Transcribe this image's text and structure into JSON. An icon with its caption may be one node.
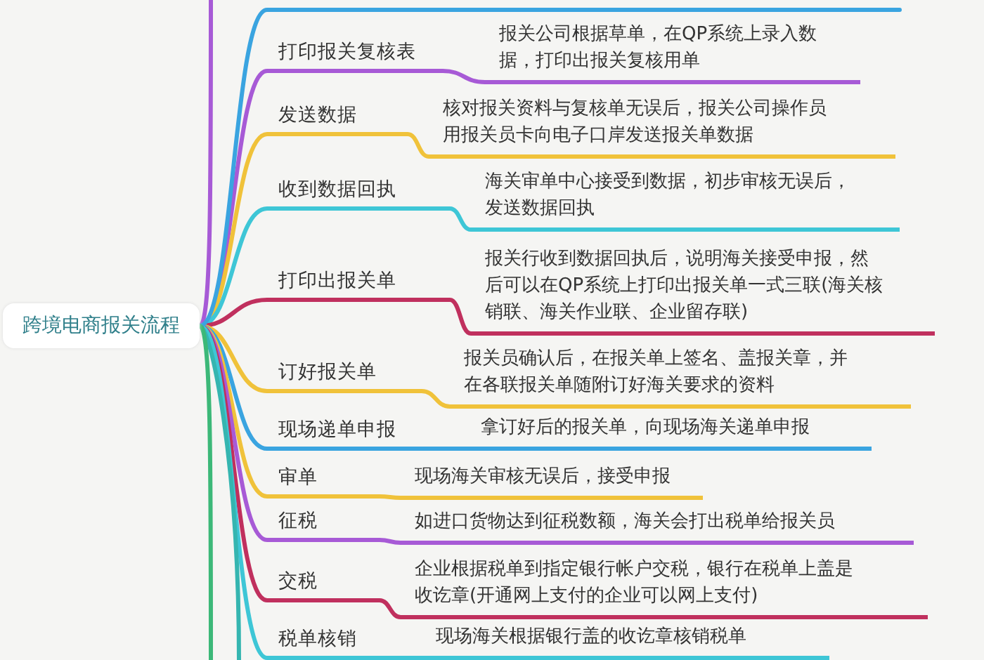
{
  "diagram": {
    "nodes": [
      {
        "text": [
          "跨境电商报关流程"
        ]
      },
      {
        "text": [
          "打印报关复核表"
        ]
      },
      {
        "text": [
          "报关公司根据草单，在QP系统上录入数据，打印出报关复核用单"
        ]
      },
      {
        "text": [
          "发送数据"
        ]
      },
      {
        "text": [
          "核对报关资料与复核单无误后，报关公司操作员用报关员卡向电子口岸发送报关单数据"
        ]
      },
      {
        "text": [
          "收到数据回执"
        ]
      },
      {
        "text": [
          "海关审单中心接受到数据，初步审核无误后，发送数据回执"
        ]
      },
      {
        "text": [
          "打印出报关单"
        ]
      },
      {
        "text": [
          "报关行收到数据回执后，说明海关接受申报，然后可以在QP系统上打印出报关单一式三联(海关核销联、海关作业联、企业留存联)"
        ]
      },
      {
        "text": [
          "订好报关单"
        ]
      },
      {
        "text": [
          "报关员确认后，在报关单上签名、盖报关章，并在各联报关单随附订好海关要求的资料"
        ]
      },
      {
        "text": [
          "现场递单申报"
        ]
      },
      {
        "text": [
          "拿订好后的报关单，向现场海关递单申报"
        ]
      },
      {
        "text": [
          "审单"
        ]
      },
      {
        "text": [
          "现场海关审核无误后，接受申报"
        ]
      },
      {
        "text": [
          "征税"
        ]
      },
      {
        "text": [
          "如进口货物达到征税数额，海关会打出税单给报关员"
        ]
      },
      {
        "text": [
          "交税"
        ]
      },
      {
        "text": [
          "企业根据税单到指定银行帐户交税，银行在税单上盖是收讫章(开通网上支付的企业可以网上支付)"
        ]
      },
      {
        "text": [
          "税单核销"
        ]
      },
      {
        "text": [
          "现场海关根据银行盖的收讫章核销税单"
        ]
      }
    ],
    "edges": [
      {
        "from": 0,
        "to": 1,
        "arrow": "none",
        "color": "#a75ad6"
      },
      {
        "from": 1,
        "to": 2,
        "arrow": "none",
        "color": "#a75ad6"
      },
      {
        "from": 0,
        "to": 3,
        "arrow": "none",
        "color": "#f0c23a"
      },
      {
        "from": 3,
        "to": 4,
        "arrow": "none",
        "color": "#f0c23a"
      },
      {
        "from": 0,
        "to": 5,
        "arrow": "none",
        "color": "#3ec6d6"
      },
      {
        "from": 5,
        "to": 6,
        "arrow": "none",
        "color": "#3ec6d6"
      },
      {
        "from": 0,
        "to": 7,
        "arrow": "none",
        "color": "#c0305e"
      },
      {
        "from": 7,
        "to": 8,
        "arrow": "none",
        "color": "#c0305e"
      },
      {
        "from": 0,
        "to": 9,
        "arrow": "none",
        "color": "#f0c23a"
      },
      {
        "from": 9,
        "to": 10,
        "arrow": "none",
        "color": "#f0c23a"
      },
      {
        "from": 0,
        "to": 11,
        "arrow": "none",
        "color": "#3aa4e0"
      },
      {
        "from": 11,
        "to": 12,
        "arrow": "none",
        "color": "#3aa4e0"
      },
      {
        "from": 0,
        "to": 13,
        "arrow": "none",
        "color": "#f0c23a"
      },
      {
        "from": 13,
        "to": 14,
        "arrow": "none",
        "color": "#f0c23a"
      },
      {
        "from": 0,
        "to": 15,
        "arrow": "none",
        "color": "#a75ad6"
      },
      {
        "from": 15,
        "to": 16,
        "arrow": "none",
        "color": "#a75ad6"
      },
      {
        "from": 0,
        "to": 17,
        "arrow": "none",
        "color": "#c0305e"
      },
      {
        "from": 17,
        "to": 18,
        "arrow": "none",
        "color": "#c0305e"
      },
      {
        "from": 0,
        "to": 19,
        "arrow": "none",
        "color": "#3ec6d6"
      },
      {
        "from": 19,
        "to": 20,
        "arrow": "none",
        "color": "#3ec6d6"
      },
      {
        "from": 0,
        "to": null,
        "arrow": "none",
        "color": "#a75ad6"
      },
      {
        "from": 0,
        "to": null,
        "arrow": "none",
        "color": "#3aa4e0"
      },
      {
        "from": 0,
        "to": null,
        "arrow": "none",
        "color": "#35b5b0"
      },
      {
        "from": 0,
        "to": null,
        "arrow": "none",
        "color": "#3cb878"
      }
    ]
  }
}
